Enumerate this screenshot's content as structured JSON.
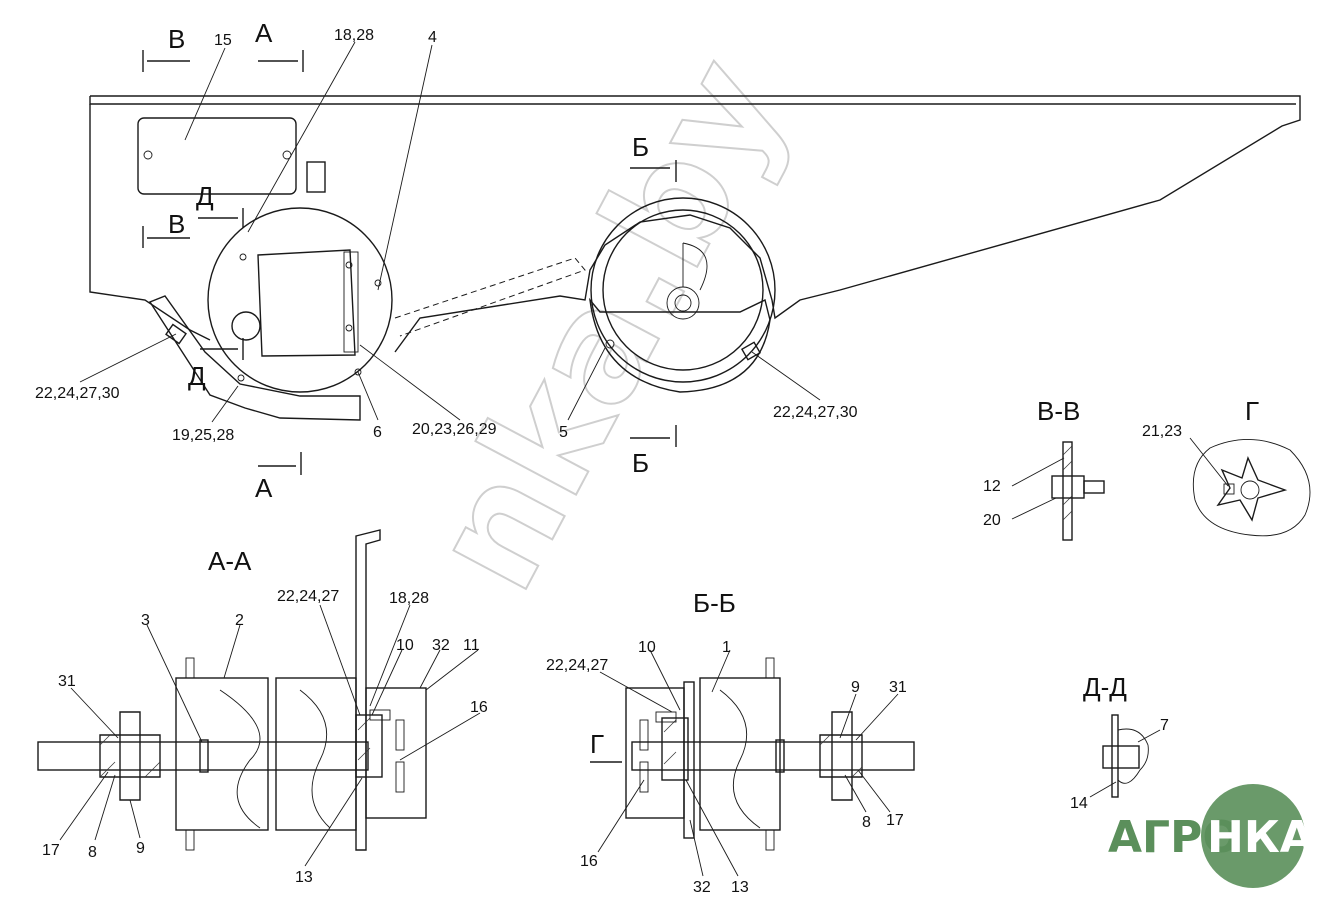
{
  "callouts": {
    "c15": "15",
    "c18_28_top": "18,28",
    "c4": "4",
    "c22_24_27_30_left": "22,24,27,30",
    "c19_25_28": "19,25,28",
    "c6": "6",
    "c20_23_26_29": "20,23,26,29",
    "c5": "5",
    "c22_24_27_30_right": "22,24,27,30",
    "c12": "12",
    "c20": "20",
    "c21_23": "21,23",
    "c22_24_27_aa": "22,24,27",
    "c18_28_aa": "18,28",
    "c3": "3",
    "c2": "2",
    "c10_aa": "10",
    "c32_aa": "32",
    "c11": "11",
    "c31_aa": "31",
    "c16_aa": "16",
    "c17_aa": "17",
    "c8_aa": "8",
    "c9_aa": "9",
    "c13_aa": "13",
    "c22_24_27_bb": "22,24,27",
    "c10_bb": "10",
    "c1": "1",
    "c9_bb": "9",
    "c31_bb": "31",
    "c8_bb": "8",
    "c17_bb": "17",
    "c16_bb": "16",
    "c32_bb": "32",
    "c13_bb": "13",
    "c7": "7",
    "c14": "14"
  },
  "section_marks": {
    "V_top": "В",
    "A_top": "А",
    "B_top": "Б",
    "D_top": "Д",
    "V_mid": "В",
    "D_bottom": "Д",
    "B_bottom": "Б",
    "A_bottom": "А",
    "G_arrow": "Г"
  },
  "section_titles": {
    "aa": "А-А",
    "bb": "Б-Б",
    "vv": "В-В",
    "g": "Г",
    "dd": "Д-Д"
  },
  "watermark": "nka.by",
  "logo": {
    "left": "АГРО",
    "right": "НКА",
    "green": "#6a9a6a",
    "dark_green": "#5b8f5b"
  }
}
